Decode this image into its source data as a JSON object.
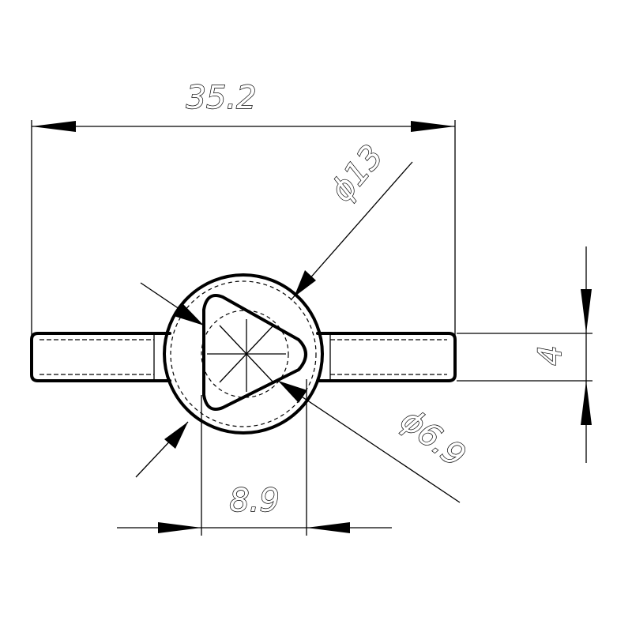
{
  "dimensions": {
    "overall_length": "35.2",
    "outer_diameter": "ϕ13",
    "inner_diameter": "ϕ6.9",
    "width_across": "8.9",
    "thickness": "4"
  }
}
